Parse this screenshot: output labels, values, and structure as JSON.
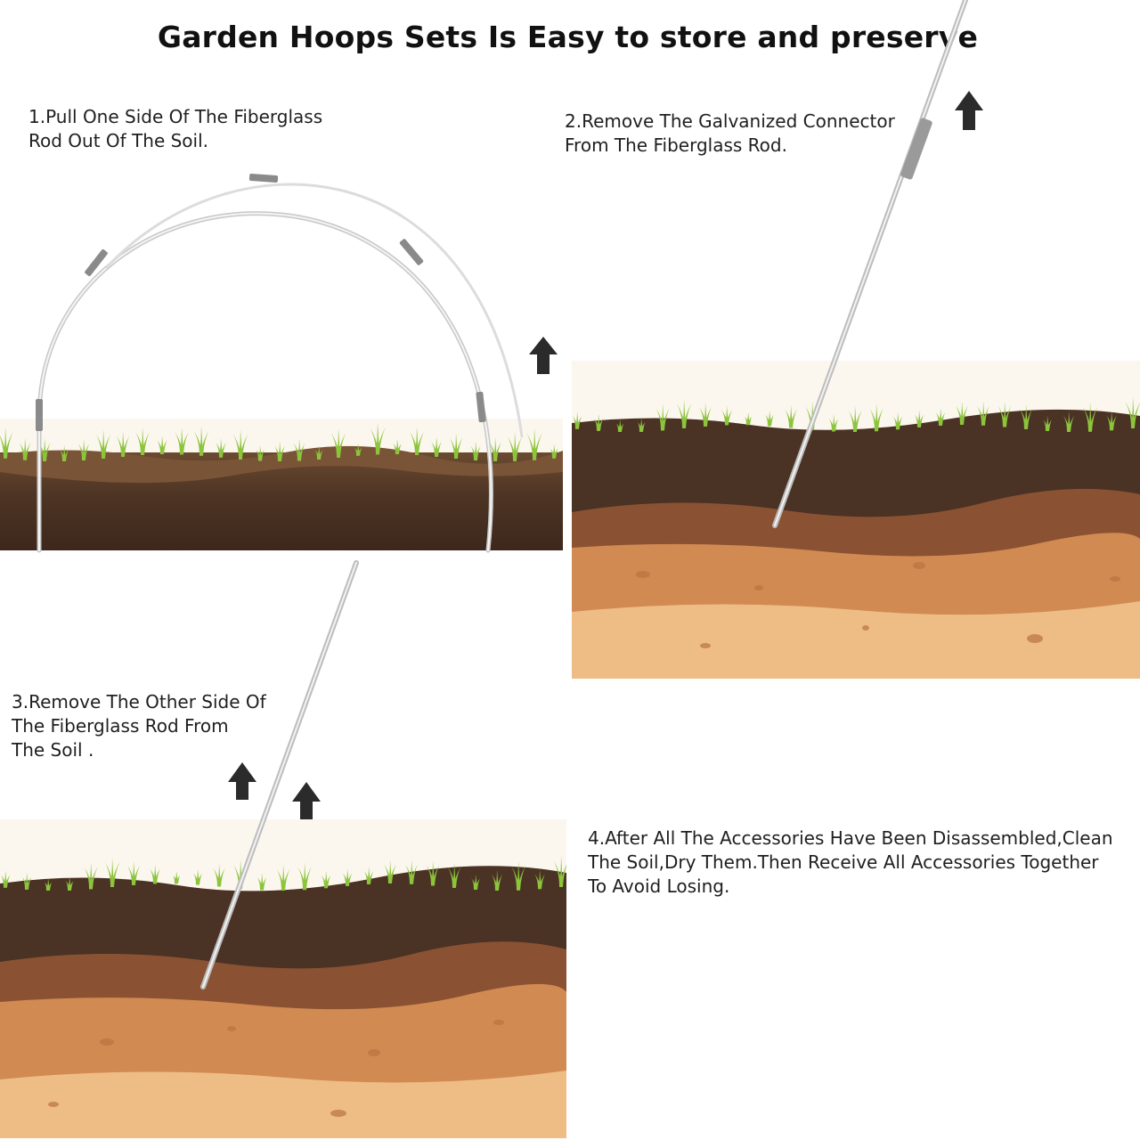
{
  "title": "Garden Hoops Sets Is Easy to store and preserve",
  "steps": [
    {
      "text": "1.Pull One Side Of The Fiberglass\nRod Out Of The Soil."
    },
    {
      "text": "2.Remove The Galvanized Connector\nFrom The Fiberglass Rod."
    },
    {
      "text": "3.Remove The Other Side Of\nThe Fiberglass Rod From\nThe Soil ."
    },
    {
      "text": "4.After All The Accessories Have Been Disassembled,Clean\nThe Soil,Dry Them.Then Receive All Accessories Together\nTo Avoid  Losing."
    }
  ],
  "icons": {
    "arrow": "up-arrow-icon",
    "rod": "fiberglass-rod",
    "connector": "galvanized-connector"
  },
  "colors": {
    "grass": "#8cc43c",
    "topsoil": "#4a3224",
    "midsoil": "#8a5232",
    "subsoil": "#d18a52",
    "bedrock": "#eebd85",
    "arrow": "#2b2b2b",
    "rod": "#e6e6e6"
  }
}
